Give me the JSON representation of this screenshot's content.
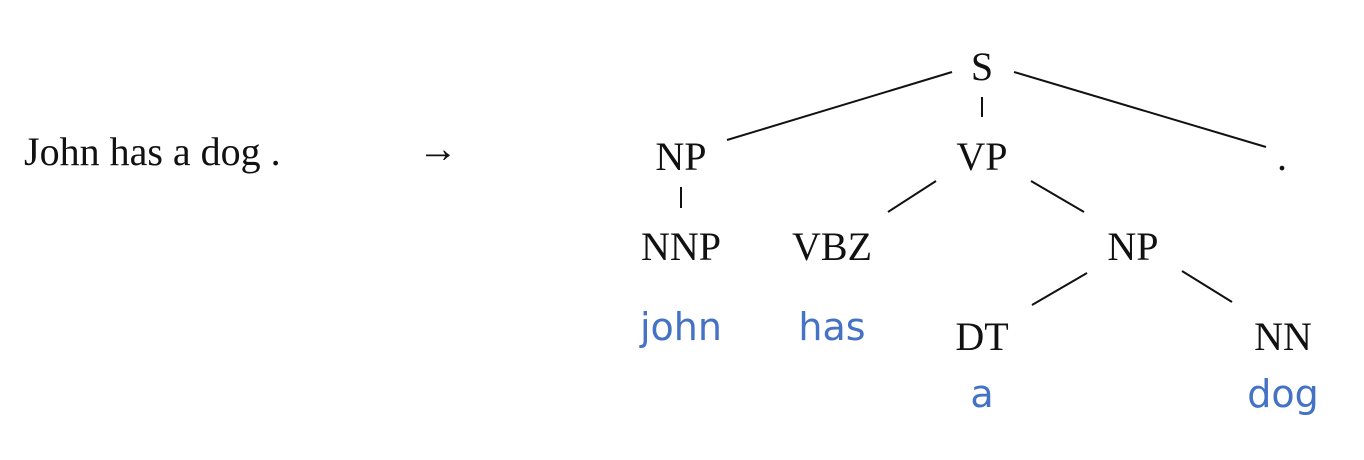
{
  "sentence": "John has a dog .",
  "arrow": "→",
  "colors": {
    "word": "#4472c4",
    "text": "#111111"
  },
  "tree": {
    "nodes": [
      {
        "id": "S",
        "label": "S"
      },
      {
        "id": "NP1",
        "label": "NP"
      },
      {
        "id": "VP",
        "label": "VP"
      },
      {
        "id": "PUNCT",
        "label": "."
      },
      {
        "id": "NNP",
        "label": "NNP"
      },
      {
        "id": "VBZ",
        "label": "VBZ"
      },
      {
        "id": "NP2",
        "label": "NP"
      },
      {
        "id": "DT",
        "label": "DT"
      },
      {
        "id": "NN",
        "label": "NN"
      }
    ],
    "leaves": [
      {
        "id": "w_john",
        "label": "john",
        "parent": "NNP"
      },
      {
        "id": "w_has",
        "label": "has",
        "parent": "VBZ"
      },
      {
        "id": "w_a",
        "label": "a",
        "parent": "DT"
      },
      {
        "id": "w_dog",
        "label": "dog",
        "parent": "NN"
      }
    ],
    "edges": [
      [
        "S",
        "NP1"
      ],
      [
        "S",
        "VP"
      ],
      [
        "S",
        "PUNCT"
      ],
      [
        "NP1",
        "NNP"
      ],
      [
        "VP",
        "VBZ"
      ],
      [
        "VP",
        "NP2"
      ],
      [
        "NP2",
        "DT"
      ],
      [
        "NP2",
        "NN"
      ]
    ]
  }
}
